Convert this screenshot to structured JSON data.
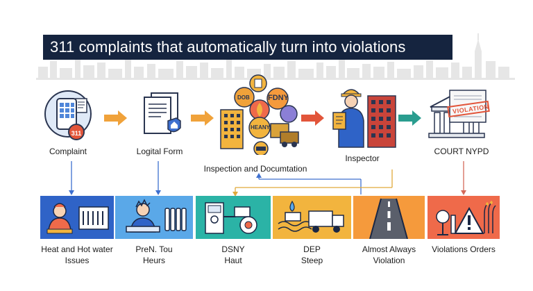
{
  "title": "311 complaints that automatically turn into violations",
  "colors": {
    "navy": "#15243f",
    "arrow_orange": "#f0a23a",
    "arrow_red": "#e2553a",
    "arrow_teal": "#2a9d8f",
    "line_blue": "#3d6fcf",
    "line_gold": "#e0a93a",
    "line_red": "#d46a5a",
    "tile_blue": "#2f63c7",
    "tile_lightblue": "#5aa8e8",
    "tile_teal": "#2bb3a6",
    "tile_gold": "#f2b43e",
    "tile_orange": "#f59a3c",
    "tile_red": "#ef6a4a"
  },
  "top_steps": [
    {
      "label": "Complaint",
      "icon": "phone-311-icon",
      "badge": "311"
    },
    {
      "label": "Logital Form",
      "icon": "form-document-icon"
    },
    {
      "label": "Inspection and Documtation",
      "icon": "agency-buildings-icon",
      "badges": [
        "DOB",
        "FDNY",
        "HEANY"
      ]
    },
    {
      "label": "Inspector",
      "icon": "inspector-icon"
    },
    {
      "label": "COURT NYPD",
      "icon": "courthouse-icon",
      "stamp": "VIOLATION"
    }
  ],
  "categories": [
    {
      "line1": "Heat and Hot water",
      "line2": "Issues",
      "icon": "cold-person-radiator-icon"
    },
    {
      "line1": "PreN. Tou",
      "line2": "Heurs",
      "icon": "stressed-person-radiator-icon"
    },
    {
      "line1": "DSNY",
      "line2": "Haut",
      "icon": "sanitation-meter-icon"
    },
    {
      "line1": "DEP",
      "line2": "Steep",
      "icon": "garbage-truck-water-icon"
    },
    {
      "line1": "Almost Always",
      "line2": "Violation",
      "icon": "road-icon"
    },
    {
      "line1": "Violations Orders",
      "line2": "",
      "icon": "warning-fire-icon"
    }
  ]
}
